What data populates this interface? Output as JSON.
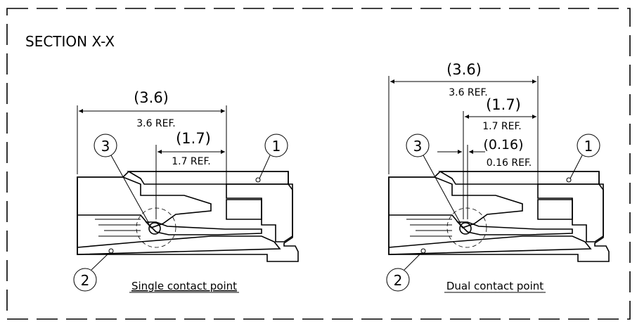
{
  "title": "SECTION X-X",
  "views": [
    {
      "caption": "Single contact point",
      "dims": [
        {
          "value": "(3.6)",
          "ref": "3.6 REF."
        },
        {
          "value": "(1.7)",
          "ref": "1.7 REF."
        }
      ],
      "callouts": [
        "3",
        "1",
        "2"
      ]
    },
    {
      "caption": "Dual contact point",
      "dims": [
        {
          "value": "(3.6)",
          "ref": "3.6 REF."
        },
        {
          "value": "(1.7)",
          "ref": "1.7 REF."
        },
        {
          "value": "(0.16)",
          "ref": "0.16 REF."
        }
      ],
      "callouts": [
        "3",
        "1",
        "2"
      ]
    }
  ]
}
